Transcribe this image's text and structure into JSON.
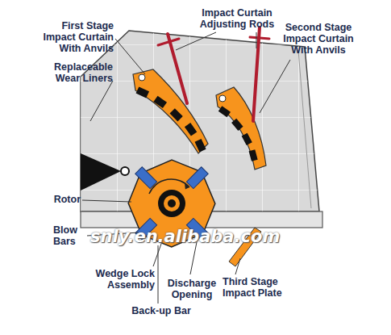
{
  "diagram": {
    "labels": [
      "First Stage Impact Curtain With Anvils",
      "Impact Curtain Adjusting Rods",
      "Second Stage Impact Curtain With Anvils",
      "Replaceable Wear Liners",
      "Rotor",
      "Blow Bars",
      "Wedge Lock Assembly",
      "Discharge Opening",
      "Third Stage Impact Plate",
      "Back-up Bar",
      "snly.en.alibaba.com"
    ]
  }
}
